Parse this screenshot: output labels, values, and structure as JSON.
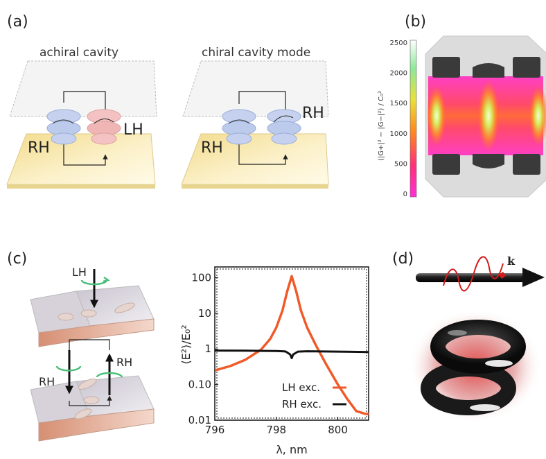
{
  "panels": {
    "a": {
      "label": "(a)",
      "left_title": "achiral cavity",
      "right_title": "chiral cavity mode",
      "left_tags": {
        "lh": "LH",
        "rh": "RH"
      },
      "right_tags": {
        "rh_top": "RH",
        "rh_bottom": "RH"
      }
    },
    "b": {
      "label": "(b)",
      "colorbar_label": "(|G+|² − |G−|²) / C₀²",
      "colorbar_ticks": [
        "0",
        "500",
        "1000",
        "1500",
        "2000",
        "2500"
      ]
    },
    "c": {
      "label": "(c)",
      "tags": {
        "lh": "LH",
        "rh_left": "RH",
        "rh_right": "RH"
      }
    },
    "d": {
      "label": "(d)",
      "k_label": "k"
    }
  },
  "colors": {
    "lh_series": "#f05a28",
    "rh_series": "#111111",
    "mirror_gold": "#f6e6a4",
    "arrow_green": "#4cc07a",
    "lh_helix": "#f3b8b8",
    "rh_helix": "#b8c8ec"
  },
  "chart_data": {
    "type": "line",
    "xlabel": "λ, nm",
    "ylabel": "⟨E²⟩/E₀²",
    "yscale": "log",
    "xlim": [
      796,
      801
    ],
    "ylim": [
      0.01,
      200
    ],
    "x_ticks": [
      "796",
      "798",
      "800"
    ],
    "y_ticks": [
      "0.01",
      "0.10",
      "1",
      "10",
      "100"
    ],
    "legend_position": "bottom-right",
    "series": [
      {
        "name": "LH exc.",
        "color": "#f05a28",
        "x": [
          796.0,
          796.5,
          797.0,
          797.5,
          797.8,
          798.0,
          798.2,
          798.35,
          798.5,
          798.65,
          798.8,
          799.0,
          799.3,
          799.6,
          800.0,
          800.3,
          800.6,
          800.9,
          801.0
        ],
        "y": [
          0.25,
          0.33,
          0.5,
          0.95,
          1.9,
          4.0,
          12,
          40,
          110,
          40,
          12,
          4.0,
          1.2,
          0.4,
          0.1,
          0.04,
          0.018,
          0.015,
          0.015
        ]
      },
      {
        "name": "RH exc.",
        "color": "#111111",
        "x": [
          796.0,
          797.0,
          798.0,
          798.3,
          798.45,
          798.5,
          798.55,
          798.7,
          799.0,
          800.0,
          801.0
        ],
        "y": [
          0.9,
          0.89,
          0.87,
          0.85,
          0.7,
          0.55,
          0.7,
          0.84,
          0.86,
          0.84,
          0.82
        ]
      }
    ]
  }
}
